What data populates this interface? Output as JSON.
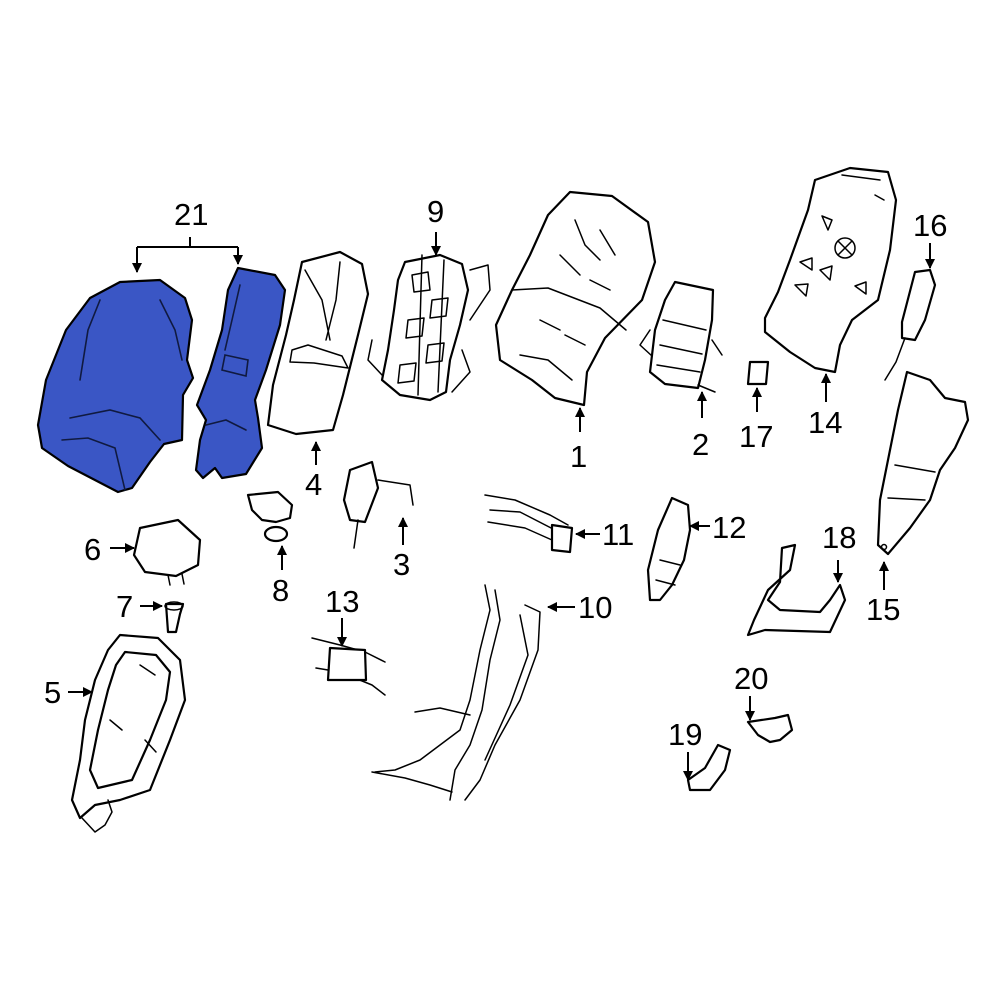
{
  "diagram": {
    "highlight_color": "#3a56c5",
    "callouts": [
      {
        "id": "1",
        "text": "1"
      },
      {
        "id": "2",
        "text": "2"
      },
      {
        "id": "3",
        "text": "3"
      },
      {
        "id": "4",
        "text": "4"
      },
      {
        "id": "5",
        "text": "5"
      },
      {
        "id": "6",
        "text": "6"
      },
      {
        "id": "7",
        "text": "7"
      },
      {
        "id": "8",
        "text": "8"
      },
      {
        "id": "9",
        "text": "9"
      },
      {
        "id": "10",
        "text": "10"
      },
      {
        "id": "11",
        "text": "11"
      },
      {
        "id": "12",
        "text": "12"
      },
      {
        "id": "13",
        "text": "13"
      },
      {
        "id": "14",
        "text": "14"
      },
      {
        "id": "15",
        "text": "15"
      },
      {
        "id": "16",
        "text": "16"
      },
      {
        "id": "17",
        "text": "17"
      },
      {
        "id": "18",
        "text": "18"
      },
      {
        "id": "19",
        "text": "19"
      },
      {
        "id": "20",
        "text": "20"
      },
      {
        "id": "21",
        "text": "21"
      }
    ]
  }
}
